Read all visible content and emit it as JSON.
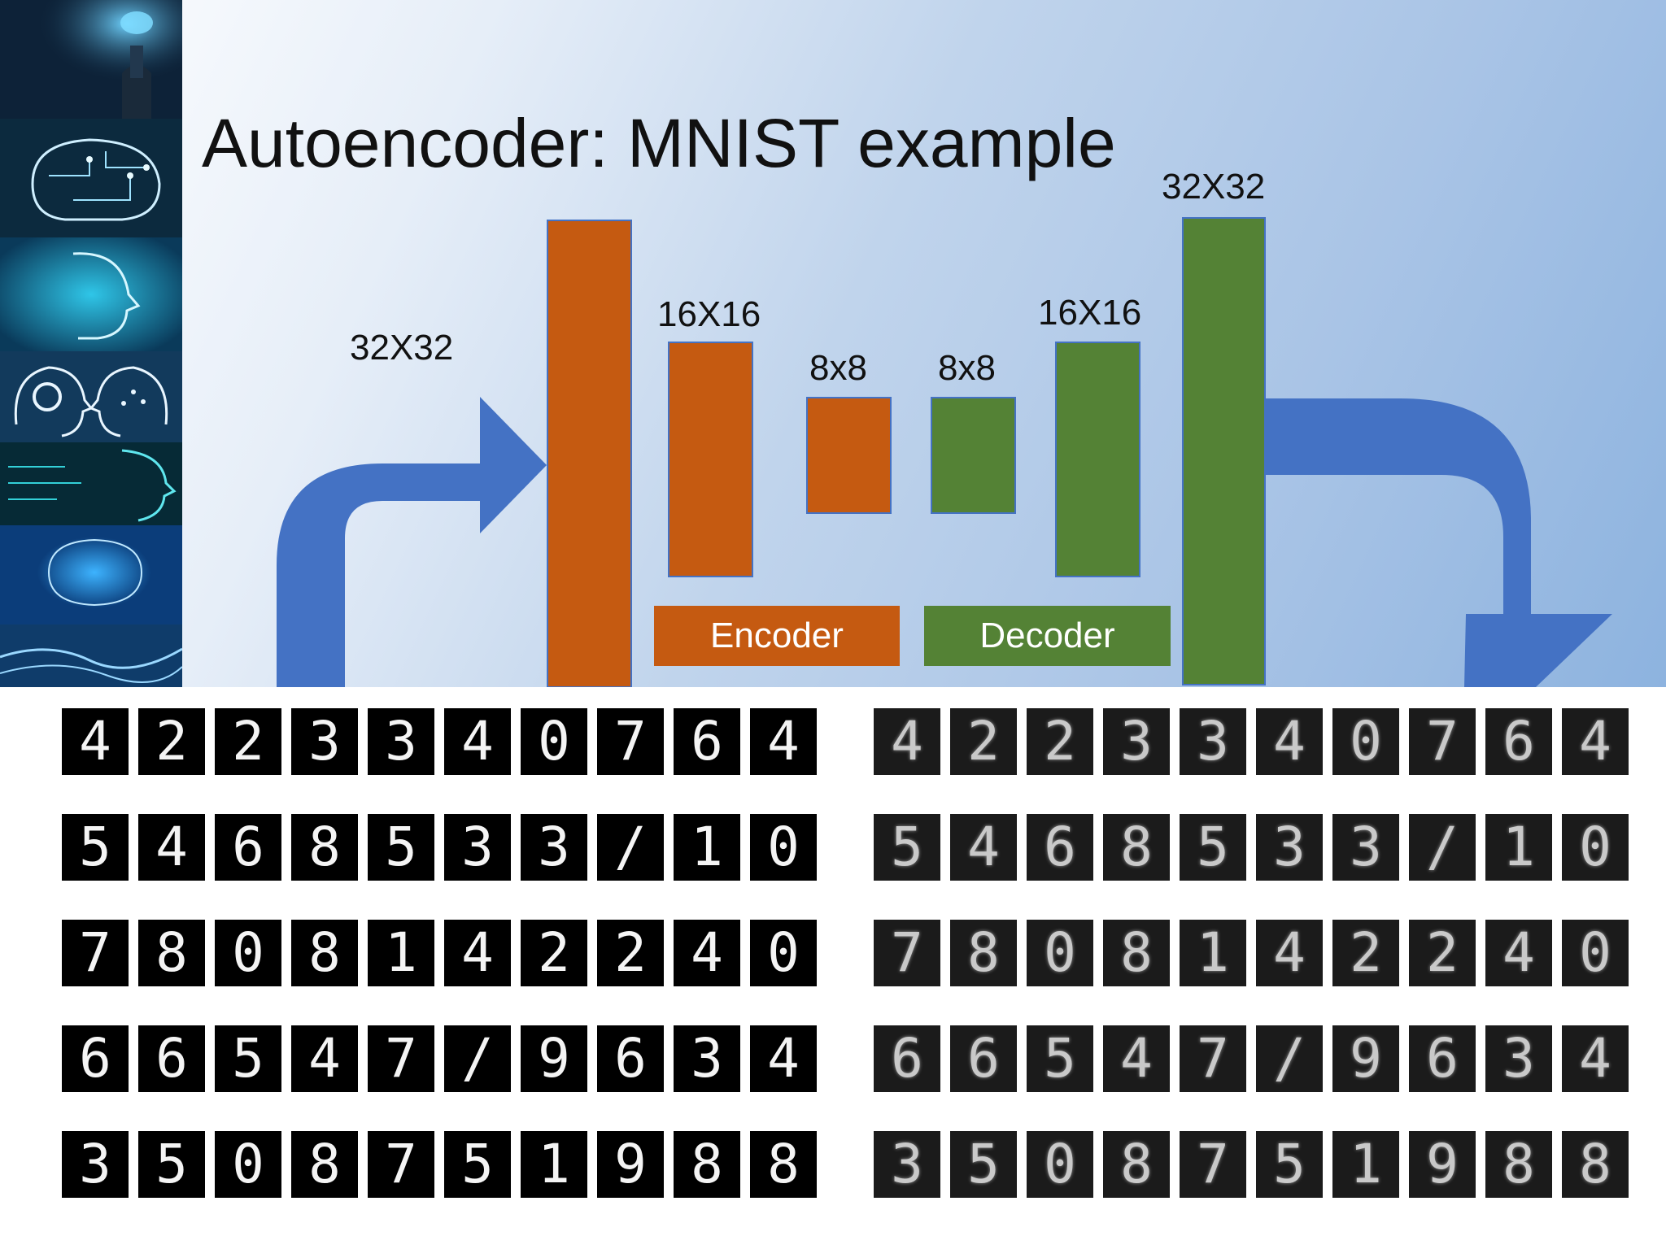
{
  "title": "Autoencoder: MNIST example",
  "colors": {
    "encoder": "#c55a11",
    "decoder": "#548235",
    "arrow": "#4472c4"
  },
  "left_strip_icons": [
    "robot-head-icon",
    "circuit-brain-icon",
    "digital-face-icon",
    "gear-head-icon",
    "circuit-face-icon",
    "glowing-brain-icon",
    "circuit-hand-icon"
  ],
  "diagram": {
    "input_label": "32X32",
    "encoder_labels": [
      "16X16",
      "8x8"
    ],
    "decoder_labels": [
      "8x8",
      "16X16"
    ],
    "output_label": "32X32",
    "encoder_tag": "Encoder",
    "decoder_tag": "Decoder"
  },
  "digits": {
    "input_rows": [
      [
        "4",
        "2",
        "2",
        "3",
        "3",
        "4",
        "0",
        "7",
        "6",
        "4"
      ],
      [
        "5",
        "4",
        "6",
        "8",
        "5",
        "3",
        "3",
        "/",
        "1",
        "0"
      ],
      [
        "7",
        "8",
        "0",
        "8",
        "1",
        "4",
        "2",
        "2",
        "4",
        "0"
      ],
      [
        "6",
        "6",
        "5",
        "4",
        "7",
        "/",
        "9",
        "6",
        "3",
        "4"
      ],
      [
        "3",
        "5",
        "0",
        "8",
        "7",
        "5",
        "1",
        "9",
        "8",
        "8"
      ]
    ],
    "output_rows": [
      [
        "4",
        "2",
        "2",
        "3",
        "3",
        "4",
        "0",
        "7",
        "6",
        "4"
      ],
      [
        "5",
        "4",
        "6",
        "8",
        "5",
        "3",
        "3",
        "/",
        "1",
        "0"
      ],
      [
        "7",
        "8",
        "0",
        "8",
        "1",
        "4",
        "2",
        "2",
        "4",
        "0"
      ],
      [
        "6",
        "6",
        "5",
        "4",
        "7",
        "/",
        "9",
        "6",
        "3",
        "4"
      ],
      [
        "3",
        "5",
        "0",
        "8",
        "7",
        "5",
        "1",
        "9",
        "8",
        "8"
      ]
    ]
  }
}
